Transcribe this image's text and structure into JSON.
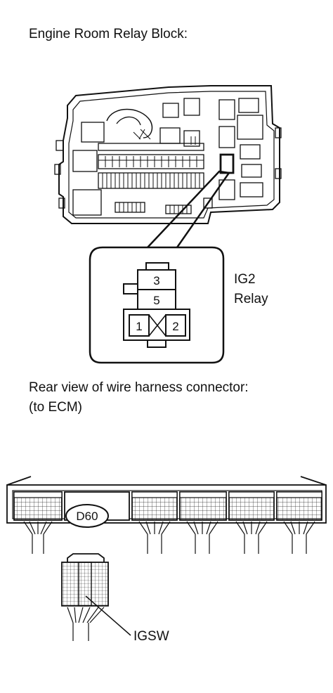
{
  "section1": {
    "title": "Engine Room Relay Block:"
  },
  "relay": {
    "name_line1": "IG2",
    "name_line2": "Relay",
    "pins": {
      "p3": "3",
      "p5": "5",
      "p1": "1",
      "p2": "2"
    }
  },
  "section2": {
    "title_line1": "Rear view of wire harness connector:",
    "title_line2": "(to ECM)"
  },
  "connector": {
    "id": "D60",
    "terminal_label": "IGSW"
  }
}
